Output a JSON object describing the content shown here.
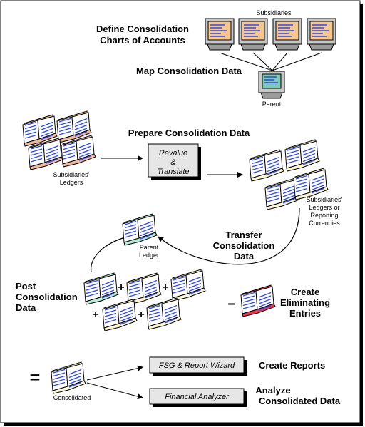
{
  "steps": {
    "define": [
      "Define Consolidation",
      "Charts of Accounts"
    ],
    "map": "Map Consolidation Data",
    "prepare": "Prepare Consolidation Data",
    "transfer": [
      "Transfer",
      "Consolidation",
      "Data"
    ],
    "post": [
      "Post",
      "Consolidation",
      "Data"
    ],
    "eliminate": [
      "Create",
      "Eliminating",
      "Entries"
    ],
    "reports": "Create Reports",
    "analyze": [
      "Analyze",
      "Consolidated Data"
    ]
  },
  "labels": {
    "subsidiaries": "Subsidiaries",
    "parent": "Parent",
    "subsidiaries_ledgers": [
      "Subsidiaries'",
      "Ledgers"
    ],
    "subsidiaries_ledgers_currencies": [
      "Subsidiaries'",
      "Ledgers or",
      "Reporting",
      "Currencies"
    ],
    "parent_ledger": [
      "Parent",
      "Ledger"
    ],
    "consolidated": "Consolidated"
  },
  "boxes": {
    "revalue": [
      "Revalue",
      "&",
      "Translate"
    ],
    "fsg": "FSG & Report Wizard",
    "analyzer": "Financial Analyzer"
  },
  "symbols": {
    "plus": "+",
    "minus": "–",
    "equals": "="
  },
  "colors": {
    "monitor_screen": "#f6c690",
    "monitor_screen_parent": "#7cc8b8",
    "book_pink": "#f2b7a0",
    "book_white": "#fbf6d8",
    "book_teal": "#b8ecd8",
    "book_red": "#e83850",
    "book_lines": "#3048e0",
    "box_fill": "#e6e6e6"
  }
}
